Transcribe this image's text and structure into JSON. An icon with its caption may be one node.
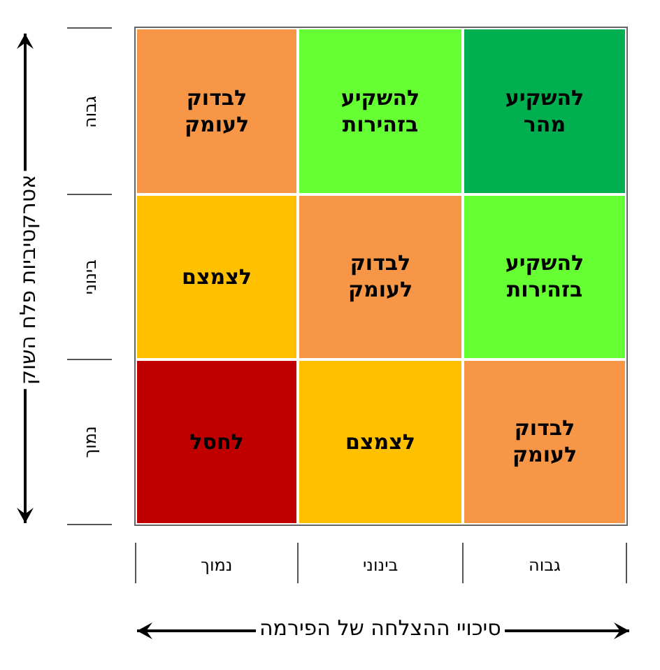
{
  "diagram": {
    "nodes": [
      {
        "text": [
          "לבדוק לעומק"
        ]
      },
      {
        "text": [
          "להשקיע בזהירות"
        ]
      },
      {
        "text": [
          "להשקיע מהר"
        ]
      },
      {
        "text": [
          "לצמצם"
        ]
      },
      {
        "text": [
          "לבדוק לעומק"
        ]
      },
      {
        "text": [
          "להשקיע בזהירות"
        ]
      },
      {
        "text": [
          "לחסל"
        ]
      },
      {
        "text": [
          "לצמצם"
        ]
      },
      {
        "text": [
          "לבדוק לעומק"
        ]
      }
    ],
    "edges": [],
    "labels": [
      "אטרקטיביות פלח השוק",
      "גבוה",
      "בינוני",
      "נמוך",
      "נמוך",
      "בינוני",
      "גבוה",
      "סיכויי ההצלחה של הפירמה"
    ]
  }
}
